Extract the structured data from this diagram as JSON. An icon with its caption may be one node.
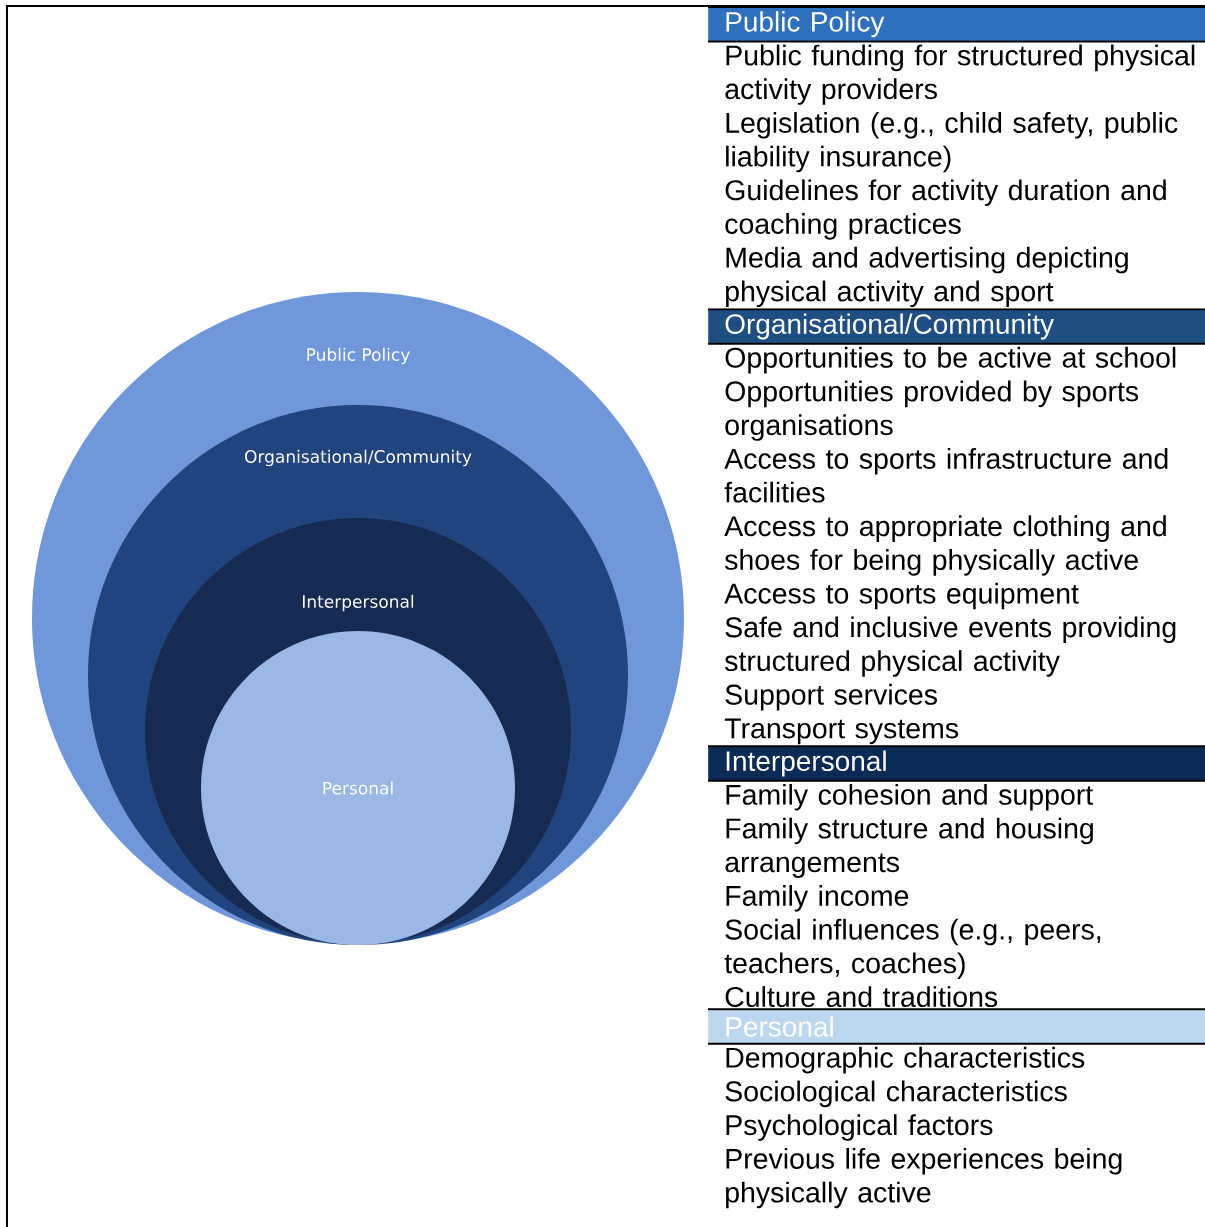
{
  "diagram": {
    "nodes": [
      {
        "text": [
          "Public Policy"
        ]
      },
      {
        "text": [
          "Organisational/Community"
        ],
        "in": 0
      },
      {
        "text": [
          "Interpersonal"
        ],
        "in": 1
      },
      {
        "text": [
          "Personal"
        ],
        "in": 2
      },
      {
        "text": [
          "Public Policy"
        ],
        "beside": [
          "Public funding for structured physical activity providers",
          "Legislation (e.g., child safety, public liability insurance)",
          "Guidelines for activity duration and coaching practices",
          "Media and advertising depicting physical activity and sport"
        ]
      },
      {
        "text": [
          "Organisational/Community"
        ],
        "beside": [
          "Opportunities to be active at school",
          "Opportunities provided by sports organisations",
          "Access to sports infrastructure and facilities",
          "Access to appropriate clothing and shoes for being physically active",
          "Access to sports equipment",
          "Safe and inclusive events providing structured physical activity",
          "Support services",
          "Transport systems"
        ]
      },
      {
        "text": [
          "Interpersonal"
        ],
        "beside": [
          "Family cohesion and support",
          "Family structure and housing arrangements",
          "Family income",
          "Social influences (e.g., peers, teachers, coaches)",
          "Culture and traditions"
        ]
      },
      {
        "text": [
          "Personal"
        ],
        "beside": [
          "Demographic characteristics",
          "Sociological characteristics",
          "Psychological factors",
          "Previous life experiences being physically active"
        ]
      }
    ]
  }
}
